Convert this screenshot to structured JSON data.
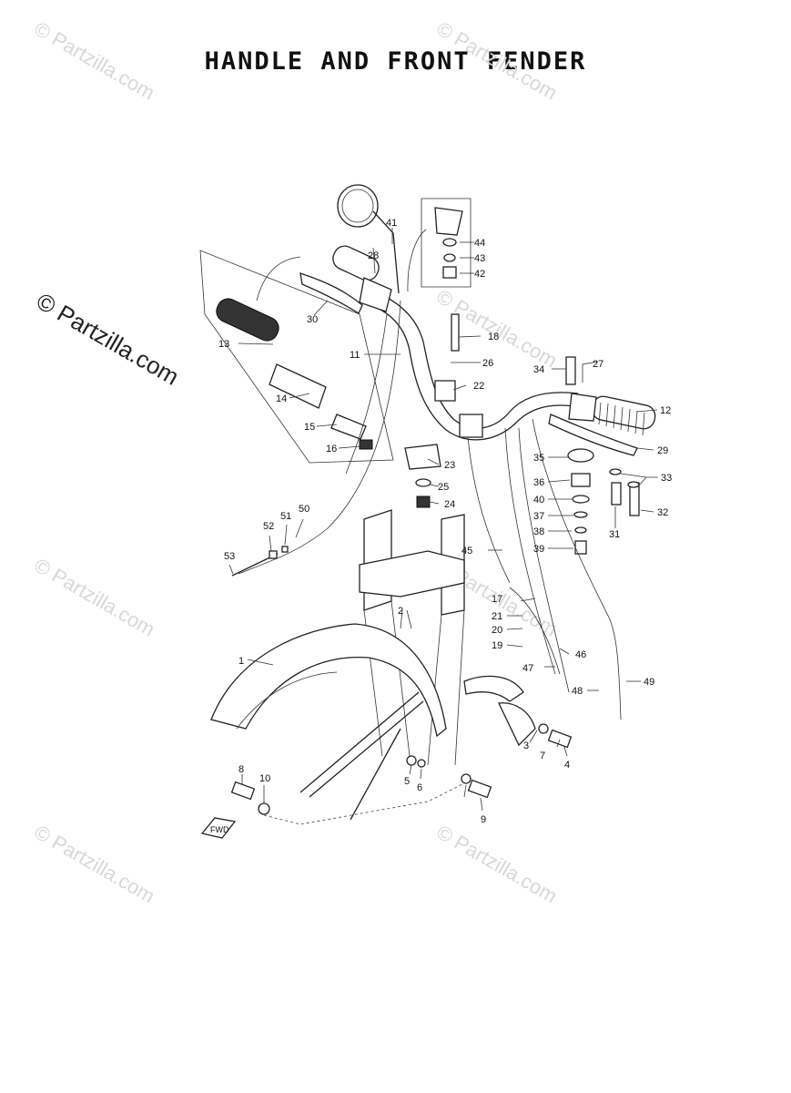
{
  "title": "HANDLE AND FRONT FENDER",
  "watermark": "© Partzilla.com",
  "fwd_label": "FWD",
  "callouts": [
    "1",
    "2",
    "3",
    "4",
    "5",
    "6",
    "7",
    "8",
    "9",
    "10",
    "11",
    "12",
    "13",
    "14",
    "15",
    "16",
    "17",
    "18",
    "19",
    "20",
    "21",
    "22",
    "23",
    "24",
    "25",
    "26",
    "27",
    "28",
    "29",
    "30",
    "31",
    "32",
    "33",
    "34",
    "35",
    "36",
    "37",
    "38",
    "39",
    "40",
    "41",
    "42",
    "43",
    "44",
    "45",
    "46",
    "47",
    "48",
    "49",
    "50",
    "51",
    "52",
    "53"
  ]
}
